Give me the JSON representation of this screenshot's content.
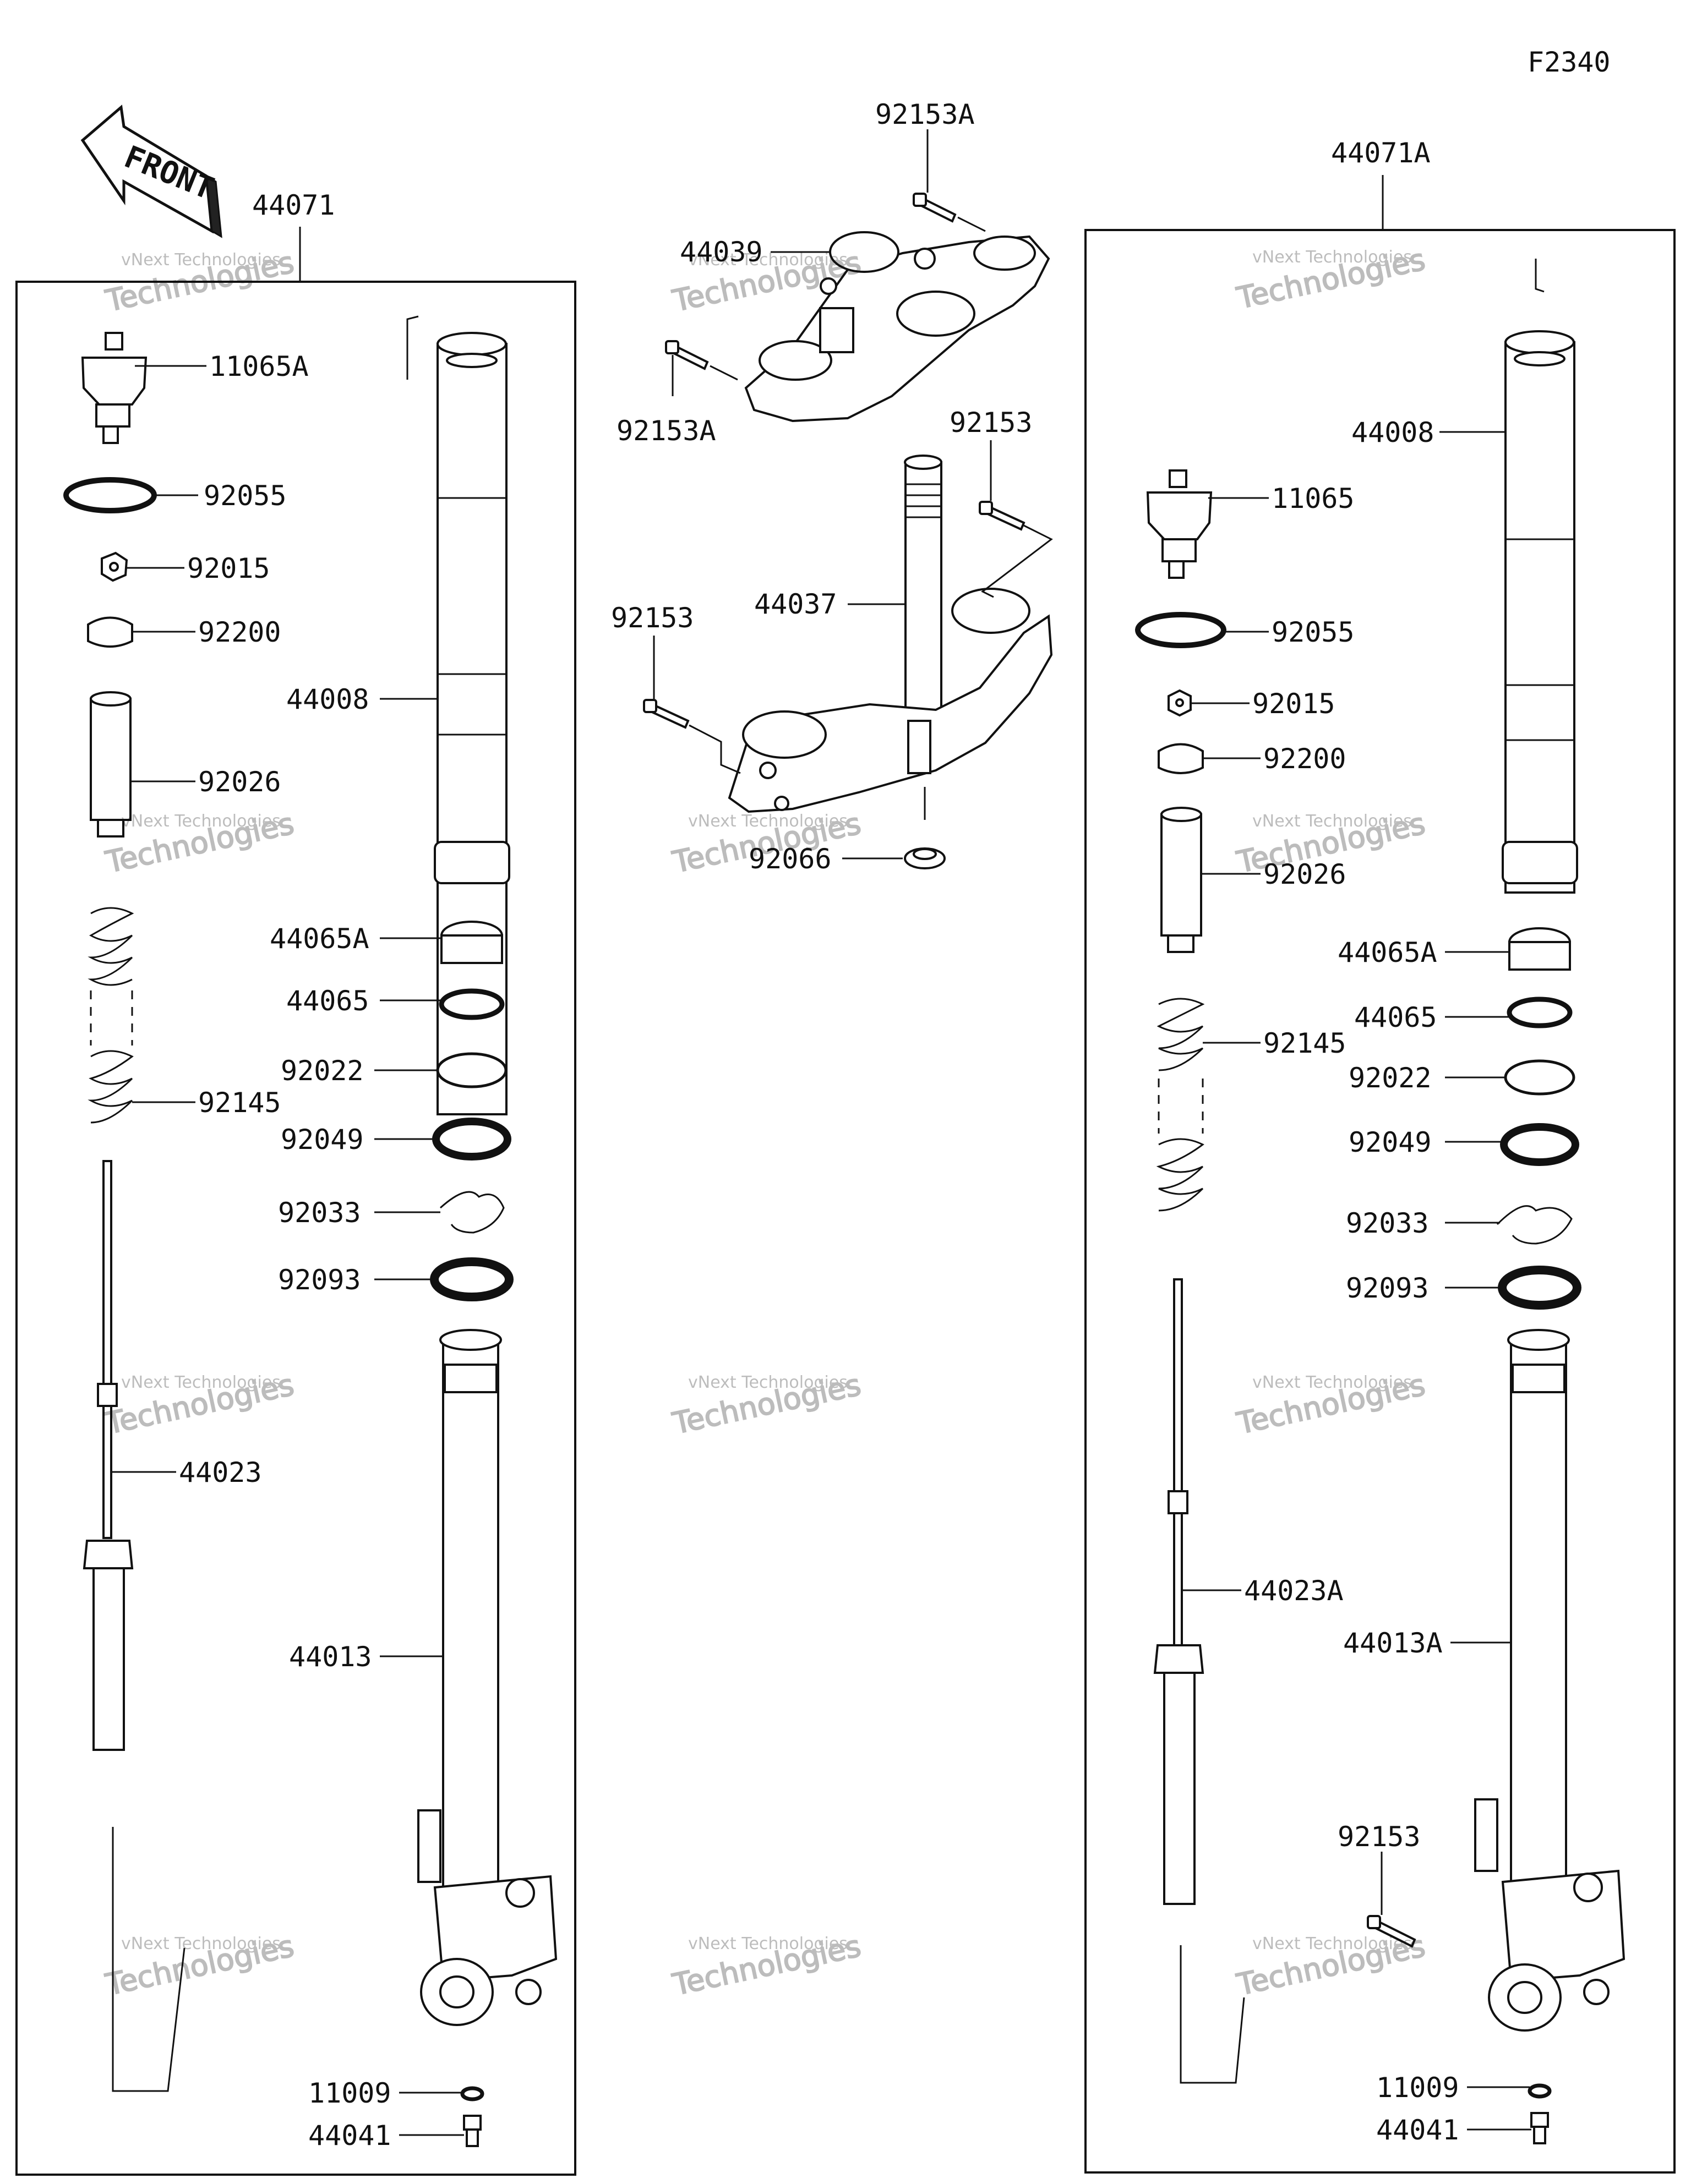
{
  "diagram_code": "F2340",
  "front_label": "FRONT",
  "watermark": {
    "line1": "vNext Technologies",
    "line2": "Technologies"
  },
  "left_assembly": {
    "label": "44071"
  },
  "right_assembly": {
    "label": "44071A"
  },
  "labels": {
    "top_bracket_bolt_top": "92153A",
    "upper_bracket": "44039",
    "top_bracket_bolt_bottom": "92153A",
    "stem_bolt_right": "92153",
    "stem_bolt_left": "92153",
    "steering_stem": "44037",
    "stem_seal": "92066",
    "l_cap": "11065A",
    "l_oring": "92055",
    "l_nut": "92015",
    "l_washer": "92200",
    "l_collar": "92026",
    "l_spring": "92145",
    "l_tube": "44008",
    "l_bush_a": "44065A",
    "l_bush": "44065",
    "l_washer2": "92022",
    "l_seal": "92049",
    "l_clip": "92033",
    "l_dust_seal": "92093",
    "l_damper_rod": "44023",
    "l_outer": "44013",
    "l_gasket": "11009",
    "l_bolt": "44041",
    "r_tube": "44008",
    "r_cap": "11065",
    "r_oring": "92055",
    "r_nut": "92015",
    "r_washer": "92200",
    "r_collar": "92026",
    "r_bush_a": "44065A",
    "r_bush": "44065",
    "r_spring": "92145",
    "r_washer2": "92022",
    "r_seal": "92049",
    "r_clip": "92033",
    "r_dust_seal": "92093",
    "r_damper_rod": "44023A",
    "r_outer": "44013A",
    "r_bolt_small": "92153",
    "r_gasket": "11009",
    "r_bolt": "44041"
  }
}
